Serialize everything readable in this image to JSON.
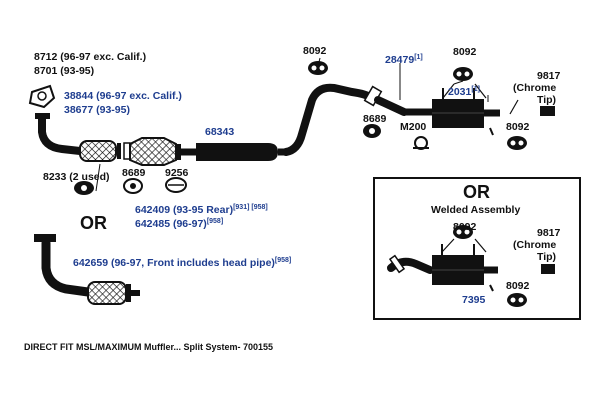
{
  "colors": {
    "part_number": "#1e3d8f",
    "line_art": "#111111",
    "background": "#ffffff"
  },
  "callouts": {
    "gasket_8712": "8712 (96-97 exc. Calif.)",
    "gasket_8701": "8701 (93-95)",
    "pipe_38844": "38844 (96-97 exc. Calif.)",
    "pipe_38677": "38677 (93-95)",
    "gasket_8233": "8233 (2 used)",
    "gasket_8689_left": "8689",
    "clamp_9256": "9256",
    "pipe_68343": "68343",
    "converter_642409": "642409 (93-95 Rear)",
    "converter_642409_notes": "[931] [958]",
    "converter_642485": "642485 (96-97)",
    "converter_642485_note": "[958]",
    "hanger_8092_mid": "8092",
    "pipe_28479": "28479",
    "pipe_28479_note": "[1]",
    "gasket_8689_right": "8689",
    "clamp_m200": "M200",
    "hanger_8092_top": "8092",
    "muffler_2031": "2031",
    "muffler_2031_note": "[1]",
    "tip_9817_line1": "9817",
    "tip_9817_line2": "(Chrome",
    "tip_9817_line3": "Tip)",
    "hanger_8092_right": "8092",
    "alt_or_left": "OR",
    "converter_642659": "642659 (96-97, Front includes head pipe)",
    "converter_642659_note": "[958]"
  },
  "welded_box": {
    "or_label": "OR",
    "title": "Welded Assembly",
    "hanger_8092_top": "8092",
    "tip_9817_line1": "9817",
    "tip_9817_line2": "(Chrome",
    "tip_9817_line3": "Tip)",
    "assembly_7395": "7395",
    "hanger_8092_bottom": "8092"
  },
  "caption": "DIRECT FIT MSL/MAXIMUM Muffler... Split System- 700155"
}
